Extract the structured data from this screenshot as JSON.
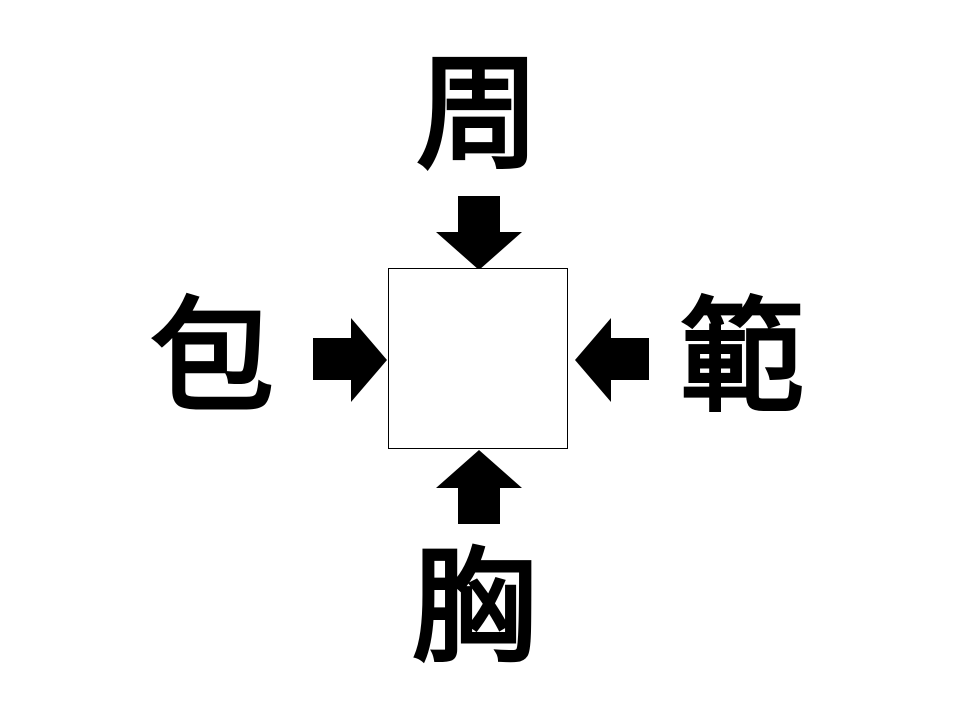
{
  "puzzle": {
    "top_char": "周",
    "left_char": "包",
    "right_char": "範",
    "bottom_char": "胸",
    "answer": ""
  },
  "colors": {
    "ink": "#000000",
    "background": "#ffffff"
  },
  "icons": {
    "top": "arrow-down-icon",
    "left": "arrow-right-icon",
    "right": "arrow-left-icon",
    "bottom": "arrow-up-icon"
  }
}
